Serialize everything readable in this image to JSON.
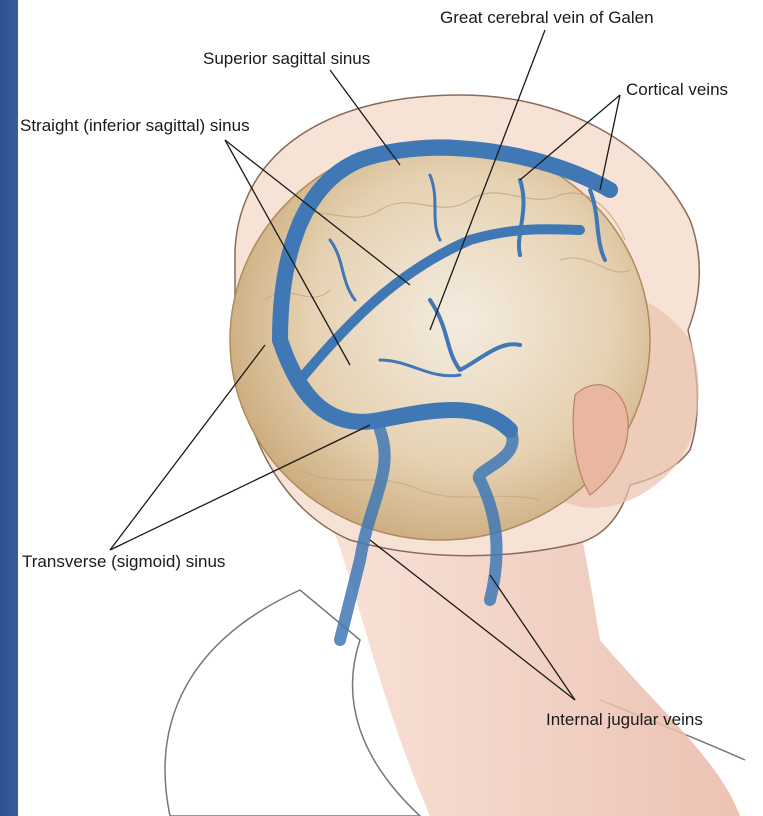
{
  "labels": {
    "galen": "Great cerebral vein of Galen",
    "superior": "Superior sagittal sinus",
    "cortical": "Cortical veins",
    "straight": "Straight (inferior sagittal) sinus",
    "transverse": "Transverse (sigmoid) sinus",
    "jugular": "Internal jugular veins"
  },
  "colors": {
    "vein": "#3f78b5",
    "brain": "#d7b98f",
    "skin": "#f3d2c2",
    "frame": "#4a74b7"
  }
}
